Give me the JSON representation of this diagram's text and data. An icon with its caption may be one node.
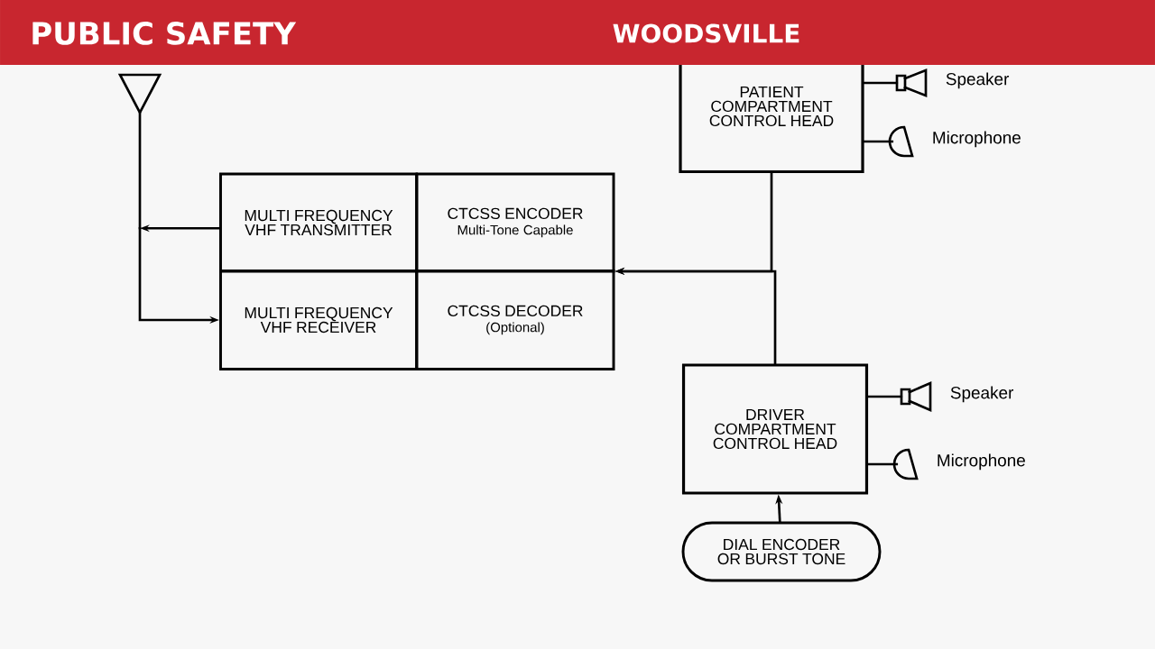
{
  "diagram": {
    "nodes": [
      {
        "text": [],
        "shape": "triangle"
      },
      {
        "text": [
          "MULTI FREQUENCY VHF TRANSMITTER"
        ]
      },
      {
        "text": [
          "CTCSS ENCODER",
          "Multi-Tone Capable"
        ]
      },
      {
        "text": [
          "MULTI FREQUENCY VHF RECEIVER"
        ]
      },
      {
        "text": [
          "CTCSS DECODER",
          "(Optional)"
        ]
      },
      {
        "text": [
          "PATIENT COMPARTMENT CONTROL HEAD"
        ]
      },
      {
        "text": [],
        "shape": "speaker",
        "beside": [
          "Speaker"
        ]
      },
      {
        "text": [],
        "shape": "microphone",
        "beside": [
          "Microphone"
        ]
      },
      {
        "text": [
          "DRIVER COMPARTMENT CONTROL HEAD"
        ]
      },
      {
        "text": [],
        "shape": "speaker",
        "beside": [
          "Speaker"
        ]
      },
      {
        "text": [],
        "shape": "microphone",
        "beside": [
          "Microphone"
        ]
      },
      {
        "text": [
          "DIAL ENCODER OR BURST TONE"
        ]
      }
    ],
    "edges": [
      {
        "from": 1,
        "to": 0,
        "arrow": "to"
      },
      {
        "from": 0,
        "to": 3,
        "arrow": "to"
      },
      {
        "from": 5,
        "to": 2,
        "arrow": "to"
      },
      {
        "from": 8,
        "to": 2,
        "arrow": "to"
      },
      {
        "from": 5,
        "to": 6,
        "arrow": "none"
      },
      {
        "from": 5,
        "to": 7,
        "arrow": "none"
      },
      {
        "from": 8,
        "to": 9,
        "arrow": "none"
      },
      {
        "from": 8,
        "to": 10,
        "arrow": "none"
      },
      {
        "from": 11,
        "to": 8,
        "arrow": "to"
      }
    ],
    "labels": [
      "PUBLIC SAFETY",
      "WOODSVILLE"
    ]
  }
}
